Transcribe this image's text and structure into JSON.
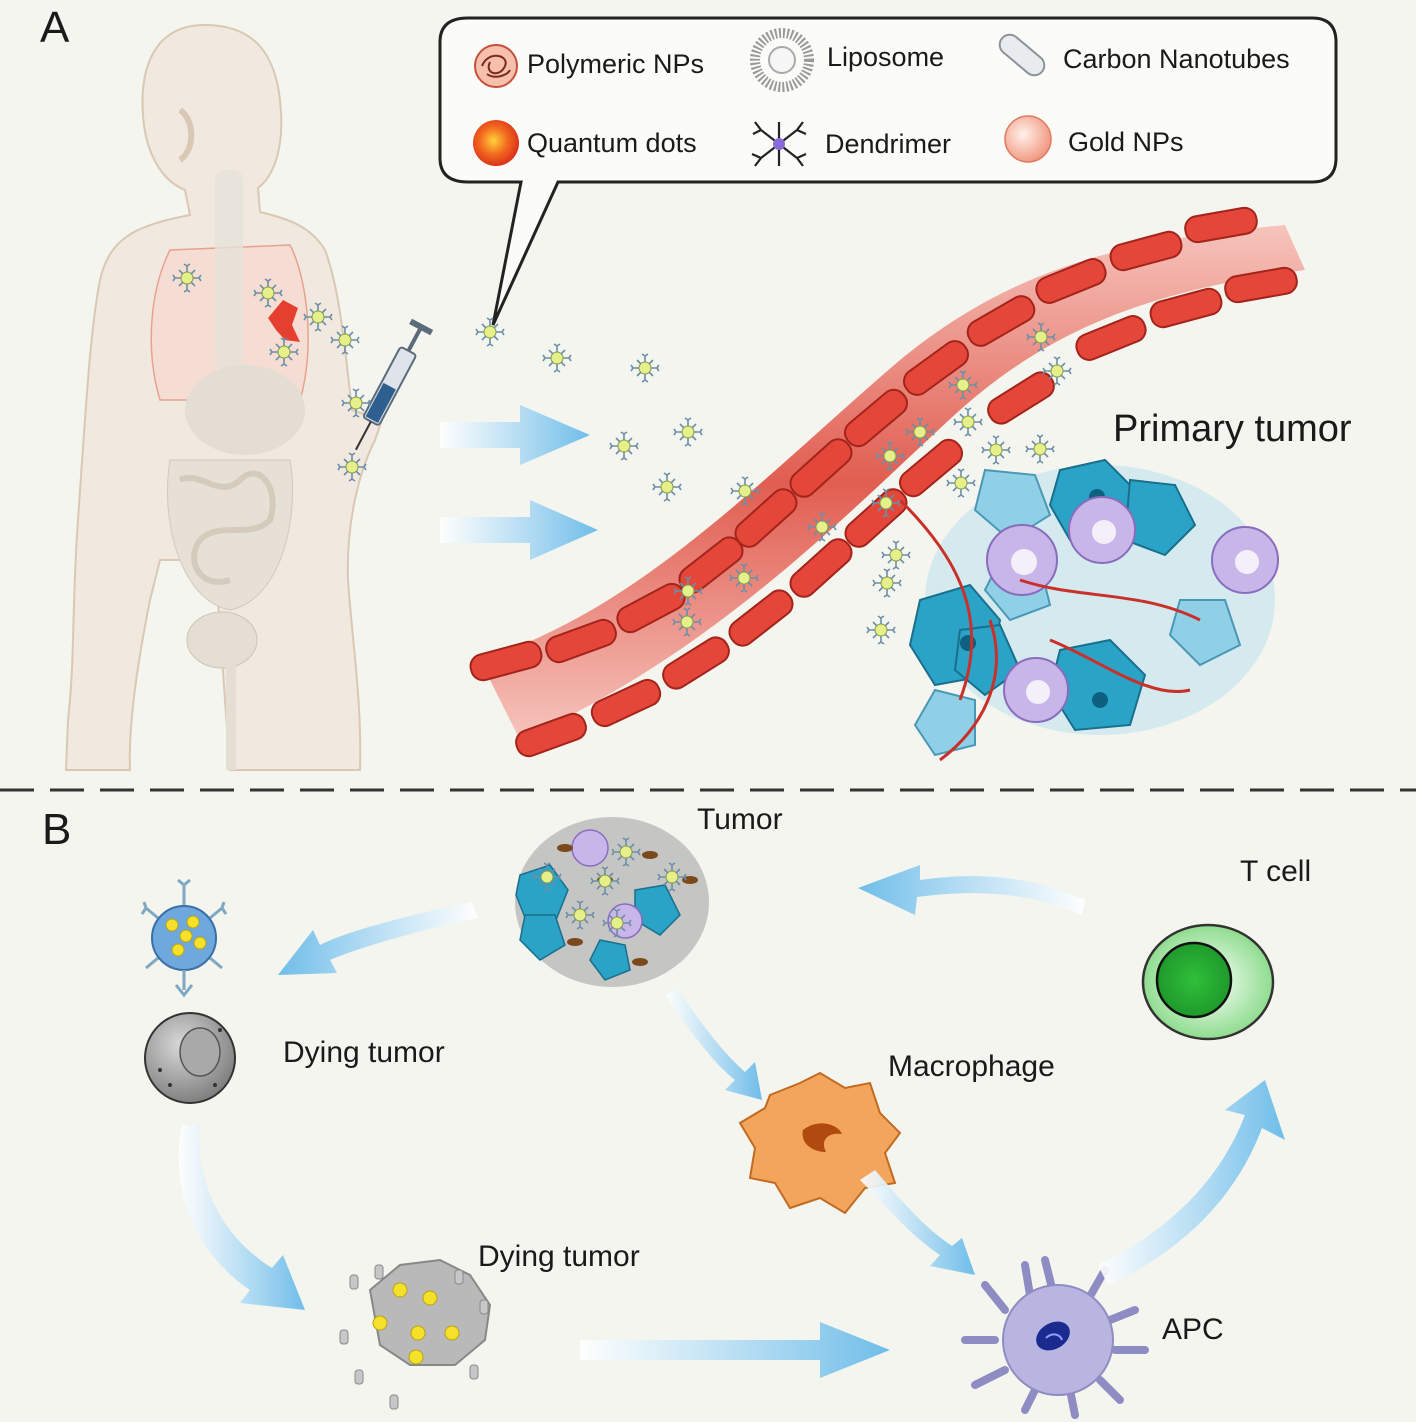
{
  "panels": {
    "a": "A",
    "b": "B"
  },
  "legend": {
    "polymeric": "Polymeric NPs",
    "liposome": "Liposome",
    "nanotubes": "Carbon Nanotubes",
    "quantum_dots": "Quantum dots",
    "dendrimer": "Dendrimer",
    "gold": "Gold NPs"
  },
  "panel_a": {
    "primary_tumor": "Primary tumor"
  },
  "panel_b": {
    "tumor": "Tumor",
    "t_cell": "T cell",
    "dying_tumor_1": "Dying tumor",
    "macrophage": "Macrophage",
    "dying_tumor_2": "Dying tumor",
    "apc": "APC"
  },
  "colors": {
    "background": "#f3f5ee",
    "vessel": "#e8756a",
    "vessel_cell": "#d63a2e",
    "arrow": "#74c0ec",
    "tumor_cyan": "#2aa3c7",
    "tumor_light": "#a9d8ea",
    "macrophage": "#f4a55c",
    "apc": "#a9a6d6",
    "t_cell": "#3cb943"
  }
}
